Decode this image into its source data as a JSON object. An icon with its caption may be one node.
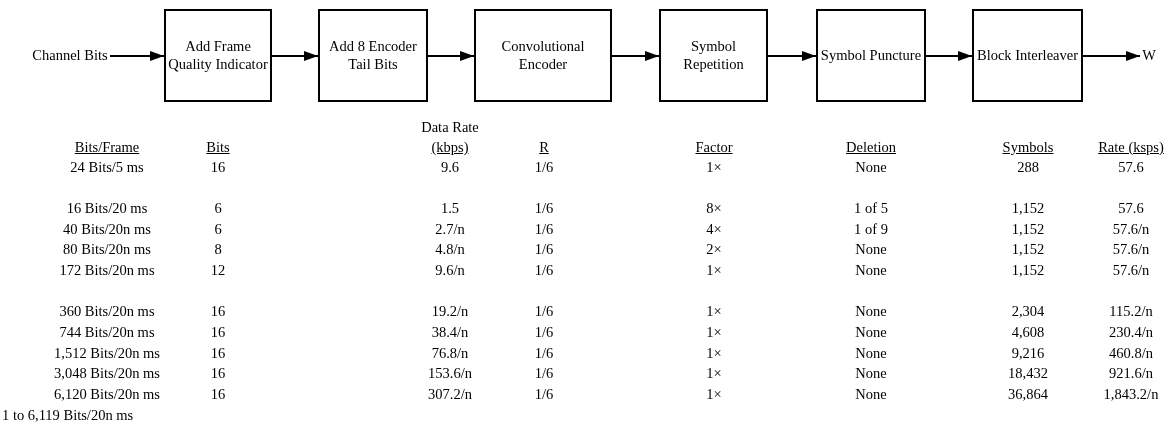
{
  "diagram": {
    "nodes": [
      {
        "text": [
          "Channel Bits"
        ]
      },
      {
        "text": [
          "Add Frame Quality Indicator"
        ]
      },
      {
        "text": [
          "Add 8 Encoder Tail Bits"
        ]
      },
      {
        "text": [
          "Convolutional Encoder"
        ]
      },
      {
        "text": [
          "Symbol Repetition"
        ]
      },
      {
        "text": [
          "Symbol Puncture"
        ]
      },
      {
        "text": [
          "Block Interleaver"
        ]
      },
      {
        "text": [
          "W"
        ]
      }
    ],
    "edges": [
      {
        "from": 0,
        "to": 1,
        "arrow": "to"
      },
      {
        "from": 1,
        "to": 2,
        "arrow": "to"
      },
      {
        "from": 2,
        "to": 3,
        "arrow": "to"
      },
      {
        "from": 3,
        "to": 4,
        "arrow": "to"
      },
      {
        "from": 4,
        "to": 5,
        "arrow": "to"
      },
      {
        "from": 5,
        "to": 6,
        "arrow": "to"
      },
      {
        "from": 6,
        "to": 7,
        "arrow": "to"
      }
    ],
    "labels": [
      "Data Rate",
      "Bits/Frame",
      "Bits",
      "(kbps)",
      "R",
      "Factor",
      "Deletion",
      "Symbols",
      "Rate (ksps)",
      "24 Bits/5 ms",
      "16",
      "9.6",
      "1/6",
      "1×",
      "None",
      "288",
      "57.6",
      "16 Bits/20 ms",
      "6",
      "1.5",
      "1/6",
      "8×",
      "1 of 5",
      "1,152",
      "57.6",
      "40 Bits/20n ms",
      "6",
      "2.7/n",
      "1/6",
      "4×",
      "1 of 9",
      "1,152",
      "57.6/n",
      "80 Bits/20n ms",
      "8",
      "4.8/n",
      "1/6",
      "2×",
      "None",
      "1,152",
      "57.6/n",
      "172 Bits/20n ms",
      "12",
      "9.6/n",
      "1/6",
      "1×",
      "None",
      "1,152",
      "57.6/n",
      "360 Bits/20n ms",
      "16",
      "19.2/n",
      "1/6",
      "1×",
      "None",
      "2,304",
      "115.2/n",
      "744 Bits/20n ms",
      "16",
      "38.4/n",
      "1/6",
      "1×",
      "None",
      "4,608",
      "230.4/n",
      "1,512 Bits/20n ms",
      "16",
      "76.8/n",
      "1/6",
      "1×",
      "None",
      "9,216",
      "460.8/n",
      "3,048 Bits/20n ms",
      "16",
      "153.6/n",
      "1/6",
      "1×",
      "None",
      "18,432",
      "921.6/n",
      "6,120 Bits/20n ms",
      "16",
      "307.2/n",
      "1/6",
      "1×",
      "None",
      "36,864",
      "1,843.2/n",
      "1 to 6,119 Bits/20n ms"
    ]
  }
}
